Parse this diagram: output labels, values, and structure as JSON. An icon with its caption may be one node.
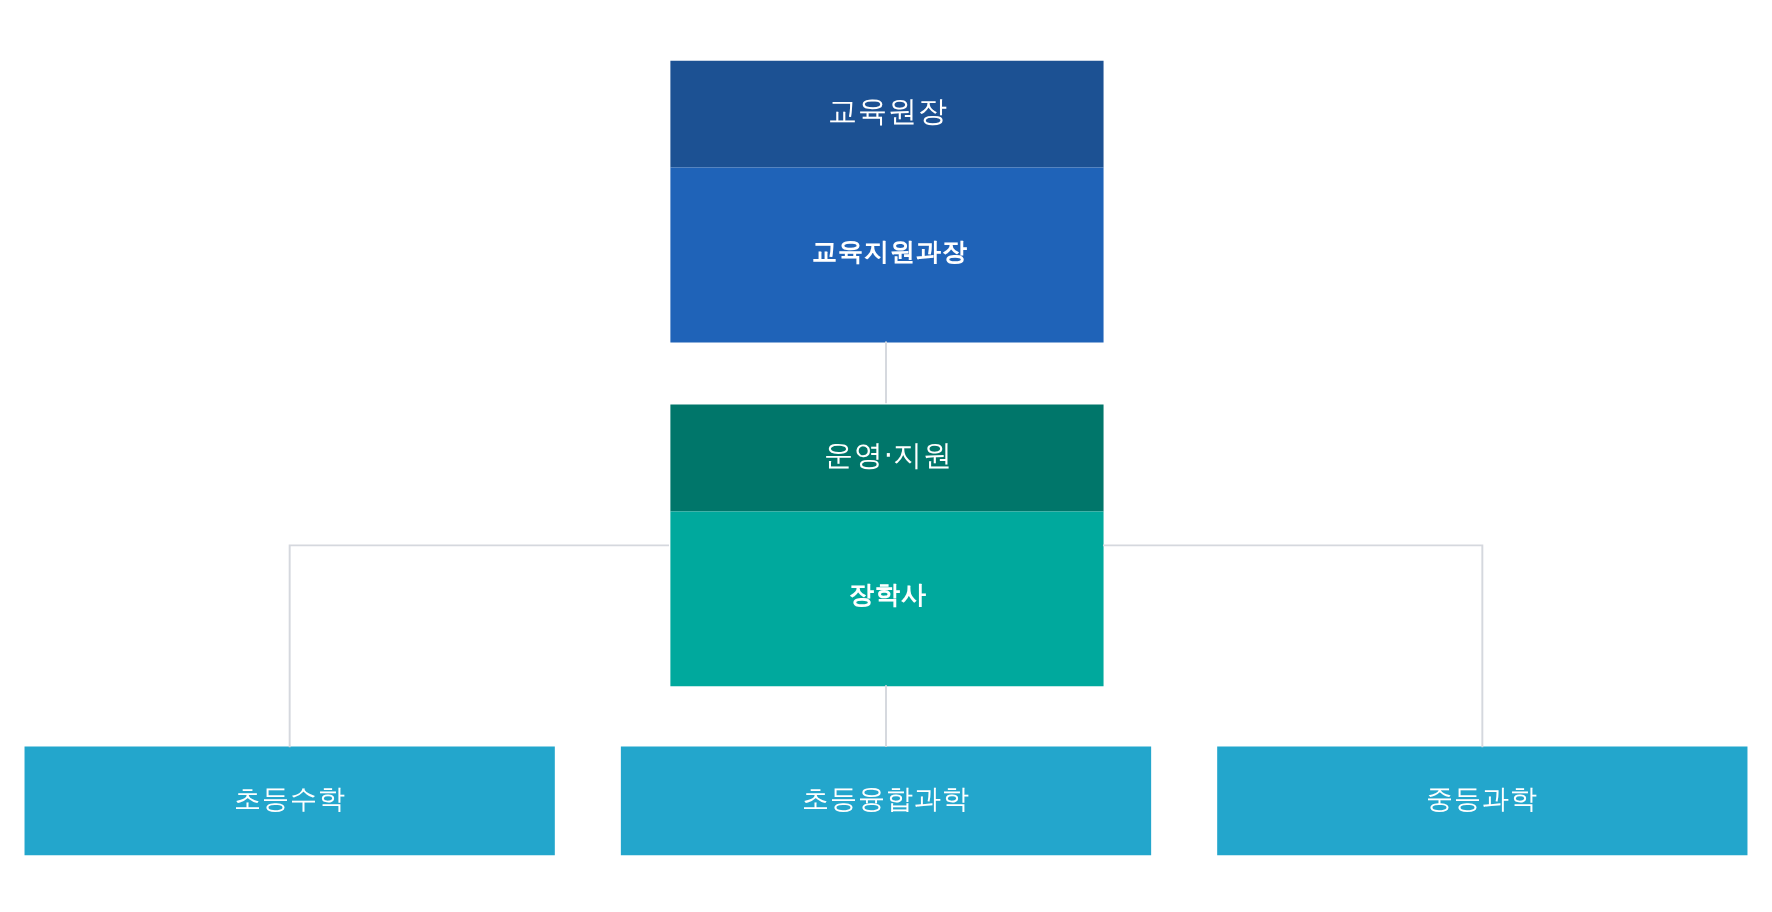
{
  "diagram": {
    "nodes": [
      {
        "text": [
          "교육원장",
          "교육지원과장"
        ]
      },
      {
        "text": [
          "운영·지원",
          "장학사"
        ]
      },
      {
        "text": [
          "초등수학"
        ]
      },
      {
        "text": [
          "초등융합과학"
        ]
      },
      {
        "text": [
          "중등과학"
        ]
      }
    ],
    "edges": [
      {
        "from": 0,
        "to": 1,
        "arrow": "none"
      },
      {
        "from": 1,
        "to": 2,
        "arrow": "none"
      },
      {
        "from": 1,
        "to": 3,
        "arrow": "none"
      },
      {
        "from": 1,
        "to": 4,
        "arrow": "none"
      }
    ]
  }
}
